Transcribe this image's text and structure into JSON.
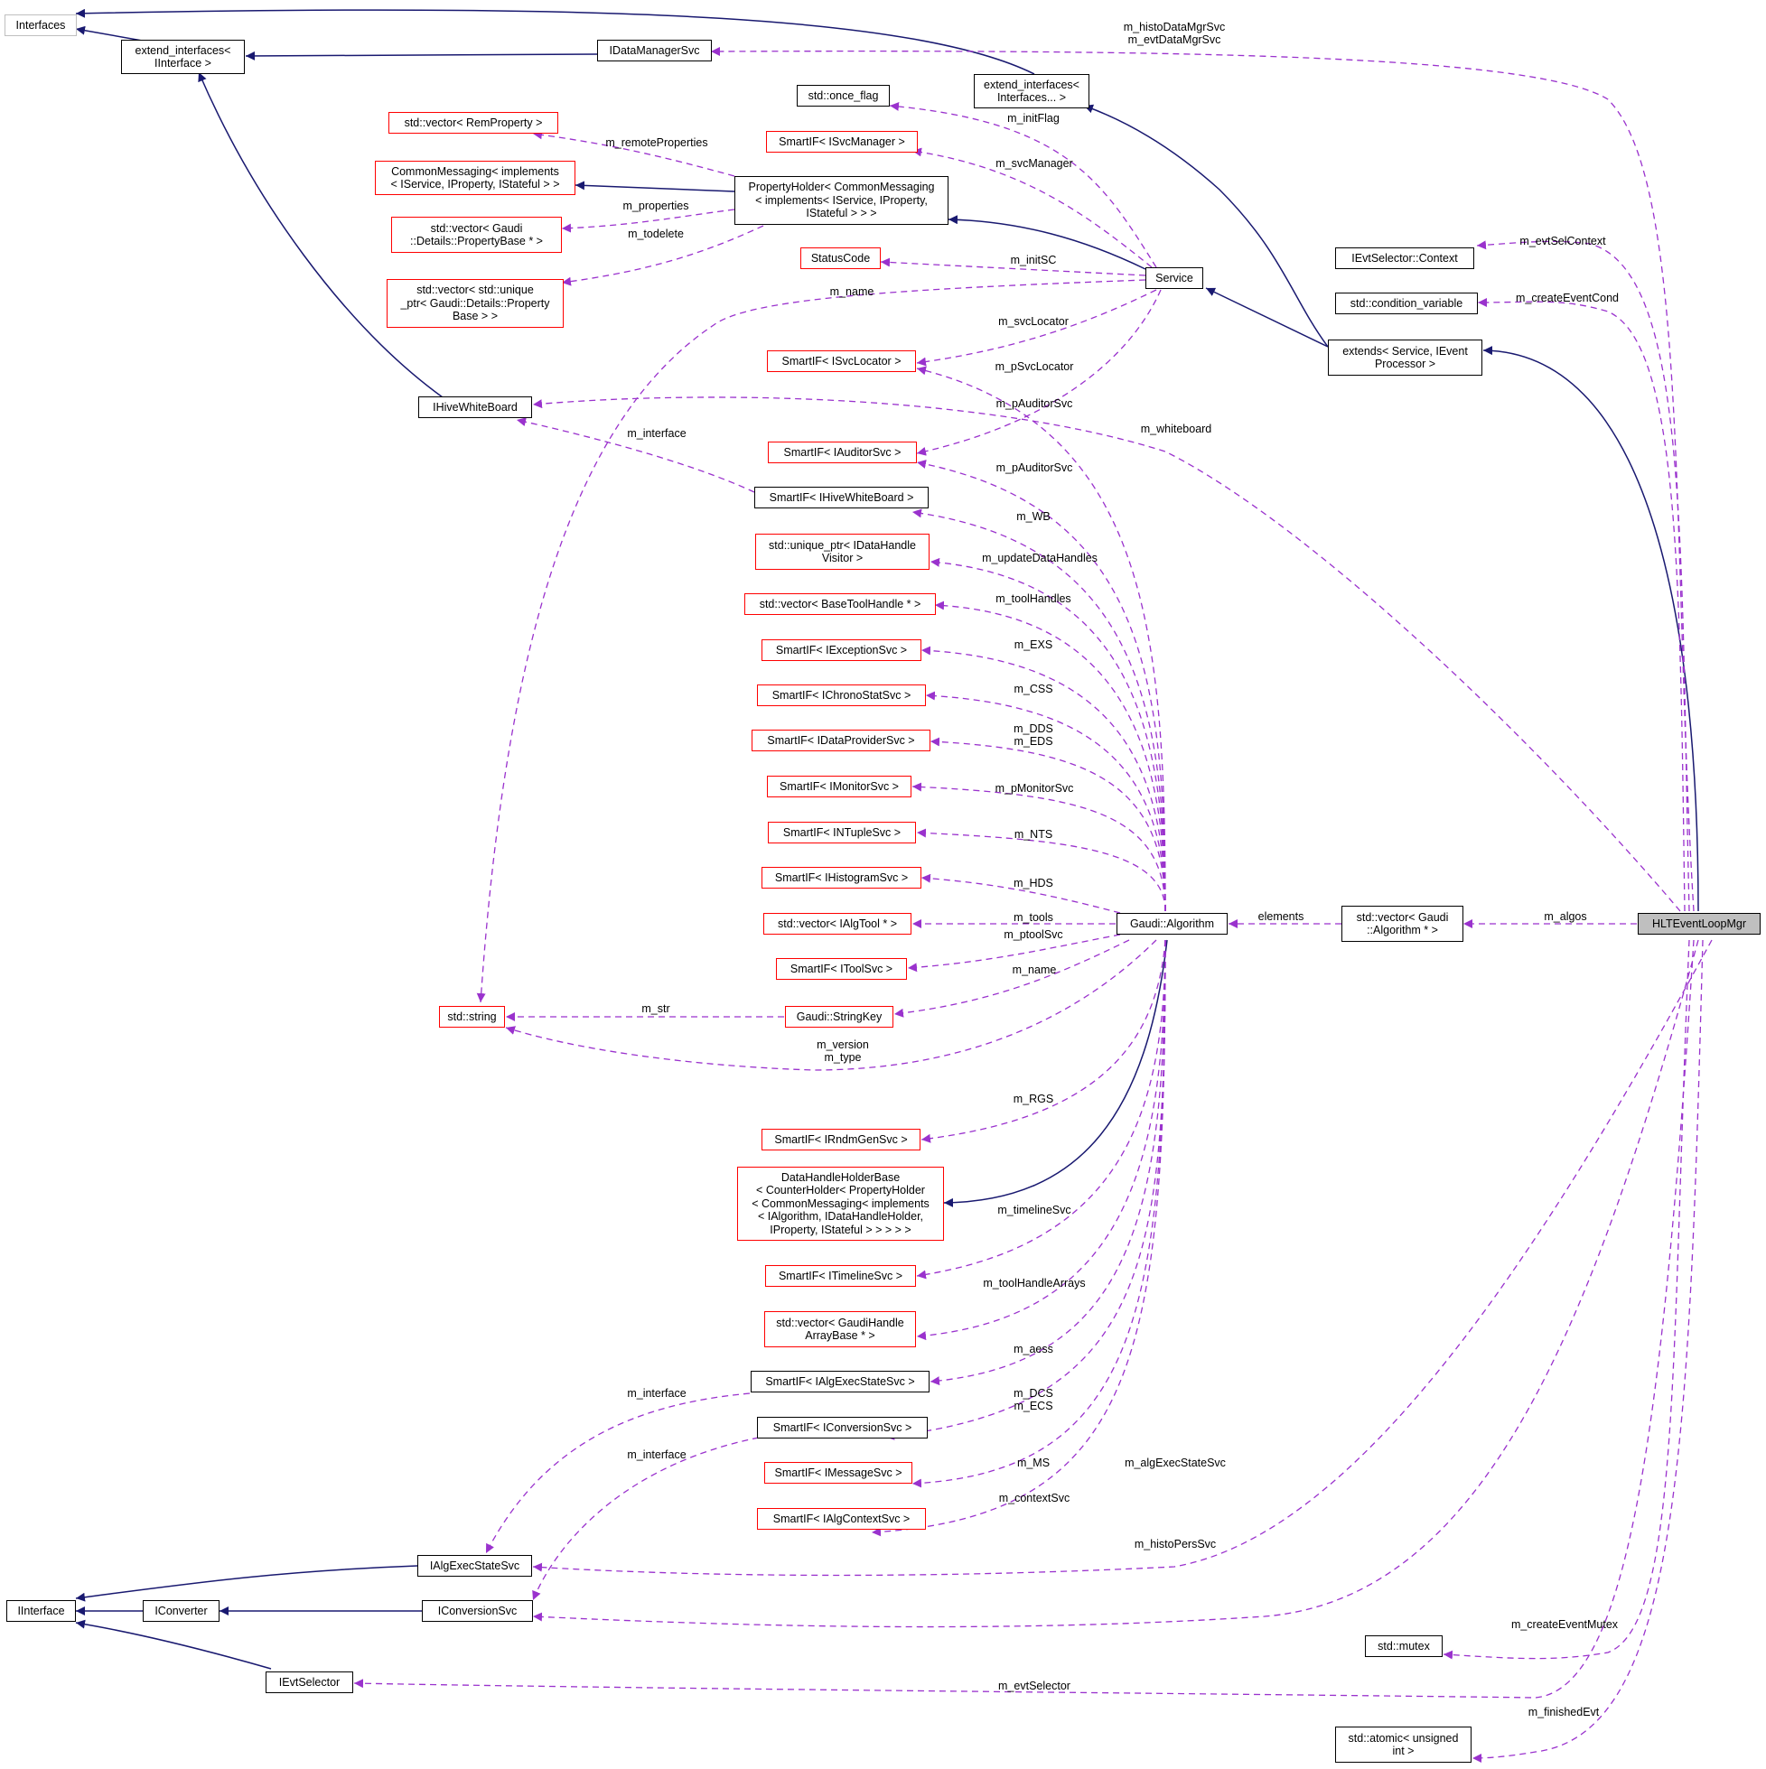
{
  "colors": {
    "inheritance": "#191970",
    "usage": "#9a32cd",
    "highlight_fill": "#bfbfbf",
    "missing_doc_border": "#ff0000",
    "node_border": "#000000"
  },
  "nodes": {
    "interfaces": "Interfaces",
    "extend_interfaces_iinterface": "extend_interfaces<\nIInterface >",
    "idatamanagersvc": "IDataManagerSvc",
    "extend_interfaces_variadic": "extend_interfaces<\nInterfaces... >",
    "once_flag": "std::once_flag",
    "vector_remproperty": "std::vector< RemProperty >",
    "smartif_isvcmanager": "SmartIF< ISvcManager >",
    "commonmessaging": "CommonMessaging< implements\n< IService, IProperty, IStateful > >",
    "propertyholder": "PropertyHolder< CommonMessaging\n< implements< IService, IProperty,\nIStateful > > >",
    "vector_propertybase": "std::vector< Gaudi\n::Details::PropertyBase * >",
    "vector_unique_ptr": "std::vector< std::unique\n_ptr< Gaudi::Details::Property\nBase > >",
    "statuscode": "StatusCode",
    "service": "Service",
    "ievtselector_context": "IEvtSelector::Context",
    "condition_variable": "std::condition_variable",
    "smartif_isvclocator": "SmartIF< ISvcLocator >",
    "extends_service": "extends< Service, IEvent\nProcessor >",
    "ihivewhiteboard": "IHiveWhiteBoard",
    "smartif_iauditorsvc": "SmartIF< IAuditorSvc >",
    "smartif_ihivewhiteboard": "SmartIF< IHiveWhiteBoard >",
    "unique_ptr_visitor": "std::unique_ptr< IDataHandle\nVisitor >",
    "vector_basetoolhandle": "std::vector< BaseToolHandle * >",
    "smartif_iexceptionsvc": "SmartIF< IExceptionSvc >",
    "smartif_ichronostatsvc": "SmartIF< IChronoStatSvc >",
    "smartif_idataprovidersvc": "SmartIF< IDataProviderSvc >",
    "smartif_imonitorsvc": "SmartIF< IMonitorSvc >",
    "smartif_intuplesvc": "SmartIF< INTupleSvc >",
    "smartif_ihistogramsvc": "SmartIF< IHistogramSvc >",
    "vector_ialgtool": "std::vector< IAlgTool * >",
    "gaudi_algorithm": "Gaudi::Algorithm",
    "vector_gaudi_algorithm": "std::vector< Gaudi\n::Algorithm * >",
    "hlteventloopmgr": "HLTEventLoopMgr",
    "smartif_itoolsvc": "SmartIF< IToolSvc >",
    "std_string": "std::string",
    "gaudi_stringkey": "Gaudi::StringKey",
    "smartif_irndmgensvc": "SmartIF< IRndmGenSvc >",
    "datahandleholderbase": "DataHandleHolderBase\n< CounterHolder< PropertyHolder\n< CommonMessaging< implements\n< IAlgorithm, IDataHandleHolder,\nIProperty, IStateful > > > > >",
    "smartif_itimelinesvc": "SmartIF< ITimelineSvc >",
    "vector_gaudihandlearraybase": "std::vector< GaudiHandle\nArrayBase * >",
    "smartif_ialgexecstatesvc": "SmartIF< IAlgExecStateSvc >",
    "smartif_iconversionsvc": "SmartIF< IConversionSvc >",
    "smartif_imessagesvc": "SmartIF< IMessageSvc >",
    "smartif_ialgcontextsvc": "SmartIF< IAlgContextSvc >",
    "ialgexecstatesvc": "IAlgExecStateSvc",
    "iinterface": "IInterface",
    "iconverter": "IConverter",
    "iconversionsvc": "IConversionSvc",
    "std_mutex": "std::mutex",
    "ievtselector": "IEvtSelector",
    "atomic_unsigned_int": "std::atomic< unsigned\nint >"
  },
  "edge_labels": {
    "histo_evt_datamgrsvc": "m_histoDataMgrSvc\nm_evtDataMgrSvc",
    "initflag": "m_initFlag",
    "remoteproperties": "m_remoteProperties",
    "svcmanager": "m_svcManager",
    "properties": "m_properties",
    "todelete": "m_todelete",
    "evtselcontext": "m_evtSelContext",
    "initsc": "m_initSC",
    "name_service": "m_name",
    "createeventcond": "m_createEventCond",
    "svclocator": "m_svcLocator",
    "psvclocator": "m_pSvcLocator",
    "pauditorsvc_service": "m_pAuditorSvc",
    "whiteboard": "m_whiteboard",
    "interface_wb": "m_interface",
    "pauditorsvc_alg": "m_pAuditorSvc",
    "wb": "m_WB",
    "updatedatahandles": "m_updateDataHandles",
    "toolhandles": "m_toolHandles",
    "exs": "m_EXS",
    "css": "m_CSS",
    "dds_eds": "m_DDS\nm_EDS",
    "pmonitorsvc": "m_pMonitorSvc",
    "nts": "m_NTS",
    "hds": "m_HDS",
    "tools": "m_tools",
    "elements": "elements",
    "algos": "m_algos",
    "ptoolsvc": "m_ptoolSvc",
    "name_alg": "m_name",
    "str": "m_str",
    "version_type": "m_version\nm_type",
    "rgs": "m_RGS",
    "timelinesvc": "m_timelineSvc",
    "toolhandlearrays": "m_toolHandleArrays",
    "aess": "m_aess",
    "interface_aess": "m_interface",
    "dcs_ecs": "m_DCS\nm_ECS",
    "interface_conv": "m_interface",
    "ms": "m_MS",
    "algexecstatesvc": "m_algExecStateSvc",
    "contextsvc": "m_contextSvc",
    "histopersvc": "m_histoPersSvc",
    "createeventmutex": "m_createEventMutex",
    "evtselector": "m_evtSelector",
    "finishedevt": "m_finishedEvt"
  }
}
